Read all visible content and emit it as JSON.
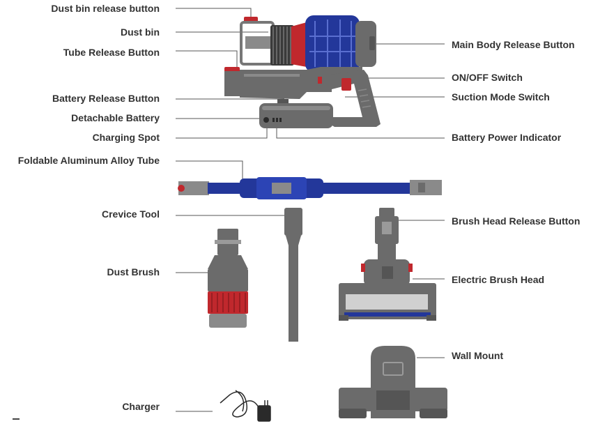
{
  "labels_left": [
    {
      "id": "dust-bin-release-button",
      "text": "Dust bin release button"
    },
    {
      "id": "dust-bin",
      "text": "Dust bin"
    },
    {
      "id": "tube-release-button",
      "text": "Tube Release Button"
    },
    {
      "id": "battery-release-button",
      "text": "Battery Release Button"
    },
    {
      "id": "detachable-battery",
      "text": "Detachable Battery"
    },
    {
      "id": "charging-spot",
      "text": "Charging Spot"
    },
    {
      "id": "foldable-tube",
      "text": "Foldable Aluminum Alloy Tube"
    },
    {
      "id": "crevice-tool",
      "text": "Crevice Tool"
    },
    {
      "id": "dust-brush",
      "text": "Dust Brush"
    },
    {
      "id": "charger",
      "text": "Charger"
    }
  ],
  "labels_right": [
    {
      "id": "main-body-release-button",
      "text": "Main Body Release Button"
    },
    {
      "id": "on-off-switch",
      "text": "ON/OFF Switch"
    },
    {
      "id": "suction-mode-switch",
      "text": "Suction Mode Switch"
    },
    {
      "id": "battery-power-indicator",
      "text": "Battery Power Indicator"
    },
    {
      "id": "brush-head-release-button",
      "text": "Brush Head Release Button"
    },
    {
      "id": "electric-brush-head",
      "text": "Electric Brush Head"
    },
    {
      "id": "wall-mount",
      "text": "Wall Mount"
    }
  ],
  "colors": {
    "body_grey": "#6b6b6b",
    "dark_grey": "#555555",
    "light_grey": "#9a9a9a",
    "accent_red": "#c0282d",
    "accent_blue": "#23379a",
    "line": "#555555",
    "text": "#333333"
  }
}
